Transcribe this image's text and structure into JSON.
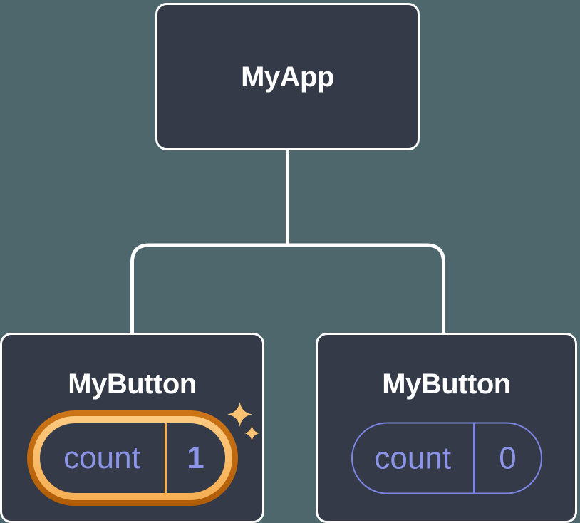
{
  "diagram": {
    "description": "React component tree with isolated state",
    "root": {
      "label": "MyApp"
    },
    "children": [
      {
        "label": "MyButton",
        "state": {
          "key": "count",
          "value": "1"
        },
        "highlighted": true,
        "icon": "sparkles-icon"
      },
      {
        "label": "MyButton",
        "state": {
          "key": "count",
          "value": "0"
        },
        "highlighted": false
      }
    ]
  },
  "colors": {
    "background": "#4d676d",
    "node_fill": "#343a48",
    "node_border": "#ffffff",
    "label_text": "#ffffff",
    "state_text": "#8c94e8",
    "pill_outline": "#7d85e4",
    "highlight_outer_top": "#cd7517",
    "highlight_outer_bottom": "#b05d08",
    "highlight_inner_top": "#fdca80",
    "highlight_inner_bottom": "#f5ae52",
    "sparkle": "#fcc472"
  }
}
